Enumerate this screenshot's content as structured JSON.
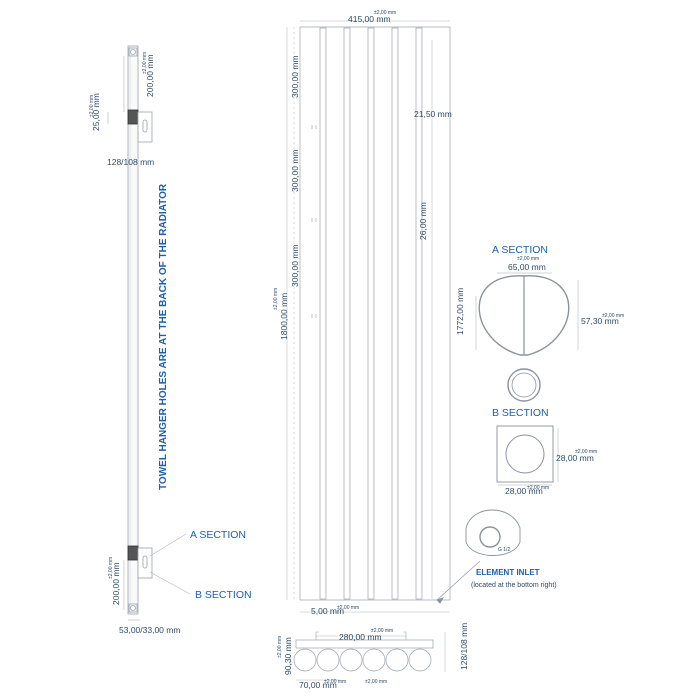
{
  "side_view": {
    "note": "TOWEL HANGER HOLES ARE AT THE BACK OF THE RADIATOR",
    "dim_top_hole": "200,00 mm",
    "dim_top_hole_tol": "±2,00 mm",
    "dim_top_offset": "25,00 mm",
    "dim_top_offset_tol": "±2,00 mm",
    "depth_top": "128/108 mm",
    "dim_bottom_hole": "200,00 mm",
    "dim_bottom_hole_tol": "±2,00 mm",
    "depth_bottom": "53,00/33,00 mm",
    "a_section": "A SECTION",
    "b_section": "B SECTION"
  },
  "front_view": {
    "width": "415,00 mm",
    "width_tol": "±2,00 mm",
    "spacing_1": "300,00 mm",
    "spacing_2": "300,00 mm",
    "spacing_3": "300,00 mm",
    "height": "1800,00 mm",
    "height_tol": "±2,00 mm",
    "gap": "21,50 mm",
    "tube_spacing": "26,00 mm",
    "inner_height": "1772,00 mm",
    "bottom_gap": "5,00 mm",
    "bottom_gap_tol": "±2,00 mm"
  },
  "bottom_view": {
    "width": "280,00 mm",
    "width_tol": "±2,00 mm",
    "height": "90,30 mm",
    "height_tol": "±2,00 mm",
    "offset": "70,00 mm",
    "offset_tol": "±2,00 mm",
    "extra_tol": "±2,00 mm",
    "depth": "128/108 mm"
  },
  "a_section_detail": {
    "title": "A SECTION",
    "title_tol": "±2,00 mm",
    "width": "65,00 mm",
    "depth": "57,30 mm",
    "depth_tol": "±2,00 mm"
  },
  "b_section_detail": {
    "title": "B SECTION",
    "size_h": "28,00 mm",
    "size_h_tol": "±2,00 mm",
    "size_w": "28,00 mm",
    "size_w_tol": "±2,00 mm"
  },
  "inlet": {
    "title": "ELEMENT INLET",
    "subtitle": "(located at the bottom right)",
    "size": "G 1/2"
  }
}
